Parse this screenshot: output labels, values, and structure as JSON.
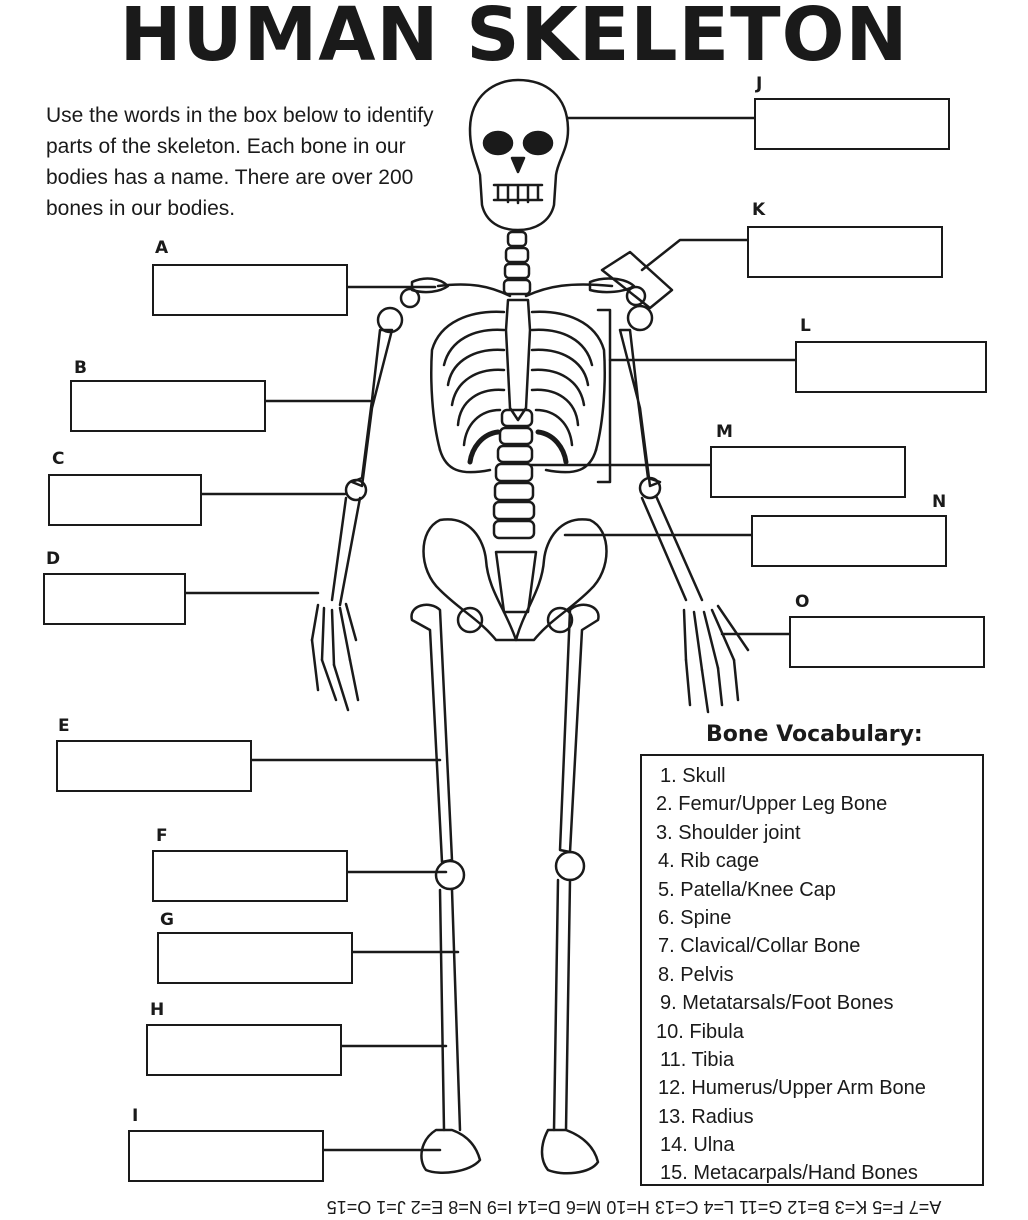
{
  "worksheet": {
    "title": "HUMAN SKELETON",
    "intro": "Use the words in the box below to identify parts of the skeleton. Each bone in our bodies has a name. There are over 200 bones in our bodies."
  },
  "labels": [
    {
      "letter": "A"
    },
    {
      "letter": "B"
    },
    {
      "letter": "C"
    },
    {
      "letter": "D"
    },
    {
      "letter": "E"
    },
    {
      "letter": "F"
    },
    {
      "letter": "G"
    },
    {
      "letter": "H"
    },
    {
      "letter": "I"
    },
    {
      "letter": "J"
    },
    {
      "letter": "K"
    },
    {
      "letter": "L"
    },
    {
      "letter": "M"
    },
    {
      "letter": "N"
    },
    {
      "letter": "O"
    }
  ],
  "vocabulary": {
    "heading": "Bone Vocabulary:",
    "items": [
      "1. Skull",
      "2. Femur/Upper Leg Bone",
      "3. Shoulder joint",
      "4. Rib cage",
      "5. Patella/Knee Cap",
      "6. Spine",
      "7. Clavical/Collar Bone",
      "8. Pelvis",
      "9. Metatarsals/Foot Bones",
      "10. Fibula",
      "11. Tibia",
      "12. Humerus/Upper Arm Bone",
      "13. Radius",
      "14. Ulna",
      "15. Metacarpals/Hand Bones"
    ]
  },
  "answer_key": "A=7  F=5  K=3  B=12  G=11  L=4  C=13  H=10  M=6  D=14  I=9  N=8  E=2  J=1  O=15"
}
